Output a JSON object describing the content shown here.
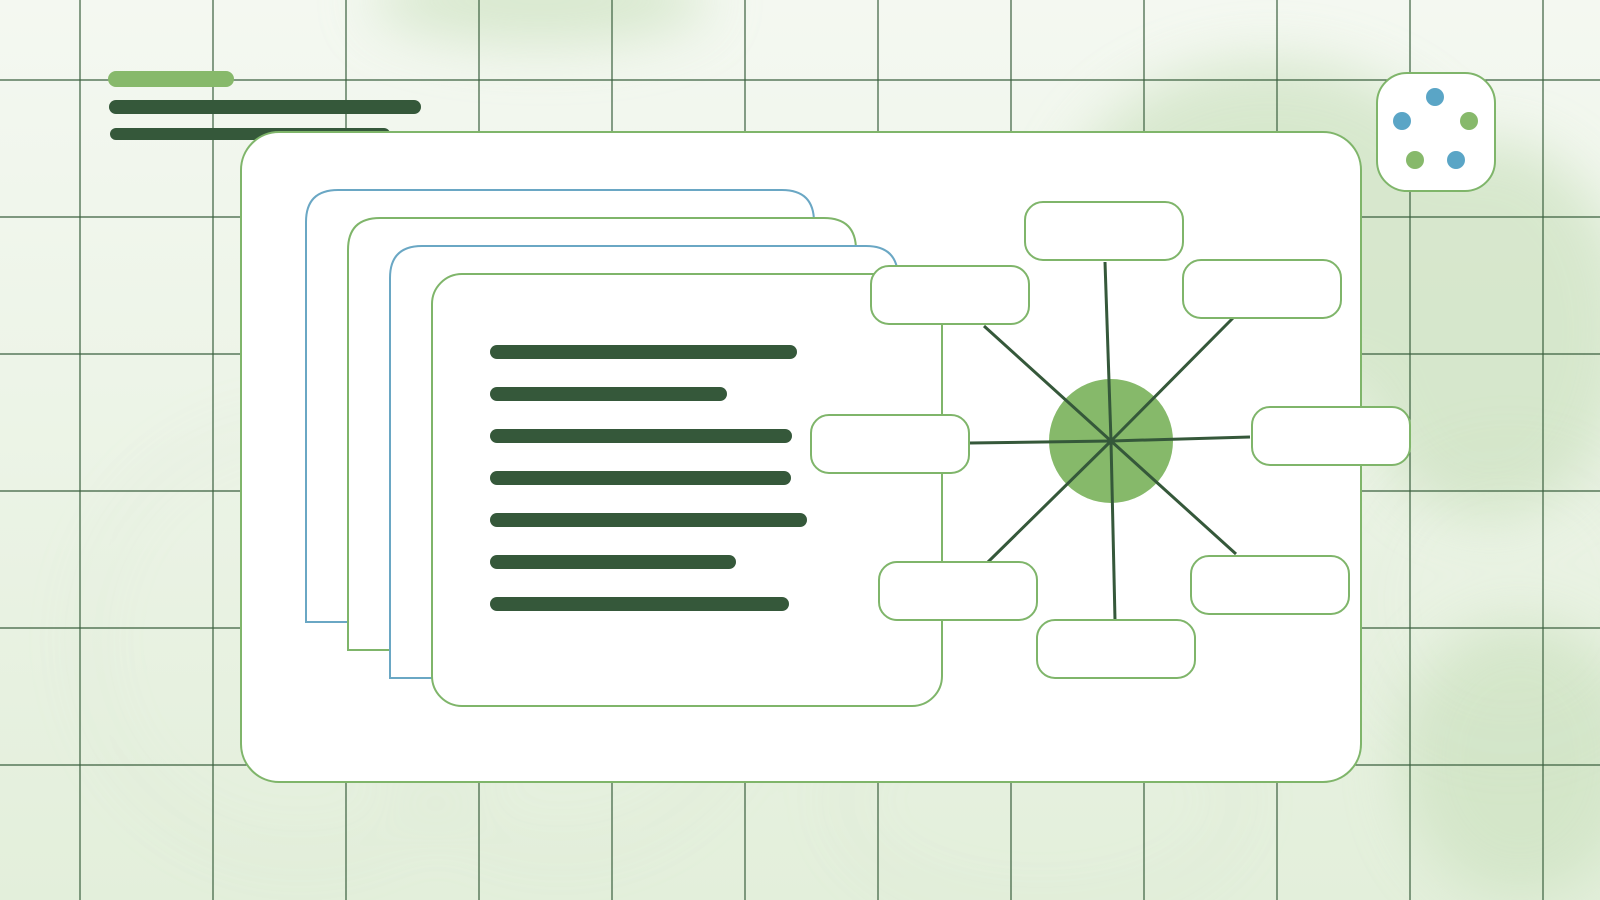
{
  "palette": {
    "bg_light": "#f4f8f1",
    "bg_mid": "#e3efdb",
    "grid_line": "#3a5f3e",
    "panel_fill": "#ffffff",
    "panel_stroke": "#7fb56a",
    "card_stroke_blue": "#6aa7c4",
    "card_stroke_green": "#7fb56a",
    "text_bar": "#35583a",
    "accent_green": "#87b96b",
    "accent_blue": "#5aa5c6",
    "hub_fill": "#86b96a",
    "spoke": "#35583a",
    "blob": "#cfe3c3"
  },
  "header": {
    "accent_bar": "accent-bar",
    "title_lines": 2
  },
  "badge": {
    "icon": "dots-cluster-icon",
    "dot_colors": [
      "#5aa5c6",
      "#87b96b",
      "#5aa5c6",
      "#87b96b",
      "#5aa5c6"
    ]
  },
  "document_stack": {
    "card_count": 4,
    "card_strokes": [
      "#6aa7c4",
      "#7fb56a",
      "#6aa7c4",
      "#7fb56a"
    ],
    "front_card_text_lines": 7
  },
  "mind_map": {
    "hub_icon": "hub-circle",
    "node_count": 8
  }
}
